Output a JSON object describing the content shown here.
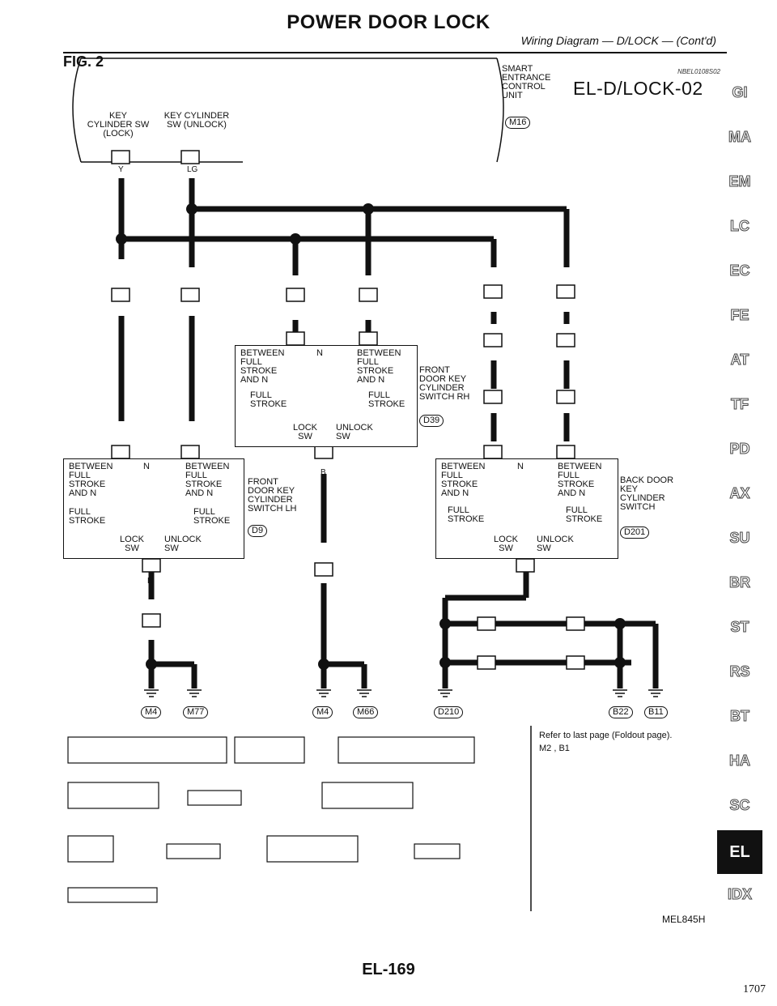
{
  "header": {
    "title": "POWER DOOR LOCK",
    "subtitle": "Wiring Diagram — D/LOCK — (Cont'd)",
    "figure": "FIG. 2",
    "ref_code": "NBEL0108S02",
    "diagram_code": "EL-D/LOCK-02"
  },
  "labels": {
    "key_cyl_lock": "KEY CYLINDER SW (LOCK)",
    "key_cyl_unlock": "KEY CYLINDER SW (UNLOCK)",
    "smart_unit": "SMART ENTRANCE CONTROL UNIT",
    "smart_conn": "M16",
    "front_lh": "FRONT DOOR KEY CYLINDER SWITCH LH",
    "front_lh_conn": "D9",
    "front_rh": "FRONT DOOR KEY CYLINDER SWITCH RH",
    "front_rh_conn": "D39",
    "back_door": "BACK DOOR KEY CYLINDER SWITCH",
    "back_door_conn": "D201",
    "switch_left": "BETWEEN FULL STROKE AND N",
    "switch_right": "BETWEEN FULL STROKE AND N",
    "full_stroke": "FULL STROKE",
    "n": "N",
    "lock_sw": "LOCK SW",
    "unlock_sw": "UNLOCK SW"
  },
  "wires": {
    "y": "Y",
    "lg": "LG",
    "b": "B"
  },
  "grounds": [
    "M4",
    "M77",
    "M4",
    "M66",
    "D210",
    "B22",
    "B11"
  ],
  "note": {
    "text": "Refer to last page (Foldout page).",
    "conns": "M2 , B1"
  },
  "footer": {
    "mel": "MEL845H",
    "page": "EL-169",
    "sheet": "1707"
  },
  "sidebar": [
    "GI",
    "MA",
    "EM",
    "LC",
    "EC",
    "FE",
    "AT",
    "TF",
    "PD",
    "AX",
    "SU",
    "BR",
    "ST",
    "RS",
    "BT",
    "HA",
    "SC",
    "EL",
    "IDX"
  ],
  "active_section": "EL"
}
